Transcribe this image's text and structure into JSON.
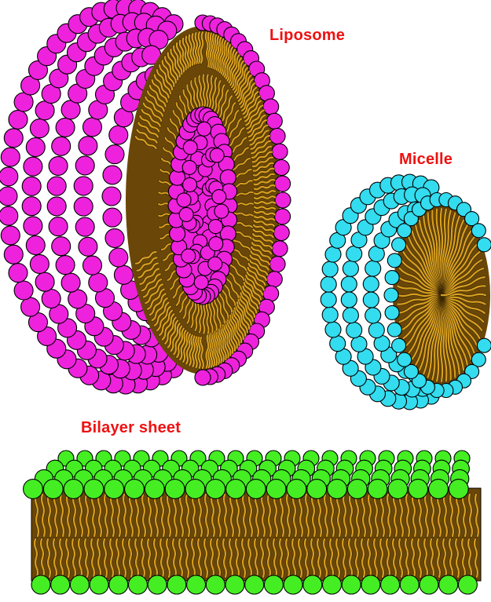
{
  "labels": {
    "liposome": "Liposome",
    "micelle": "Micelle",
    "bilayer": "Bilayer sheet"
  },
  "colors": {
    "label": "#ee1111",
    "liposome_head": "#ee22dd",
    "micelle_head": "#33dcef",
    "bilayer_head": "#44ee22",
    "tail": "#d8a020",
    "tail_dark": "#6a4708",
    "outline": "#000000"
  },
  "structures": [
    {
      "name": "liposome",
      "head_color": "liposome_head"
    },
    {
      "name": "micelle",
      "head_color": "micelle_head"
    },
    {
      "name": "bilayer-sheet",
      "head_color": "bilayer_head"
    }
  ]
}
